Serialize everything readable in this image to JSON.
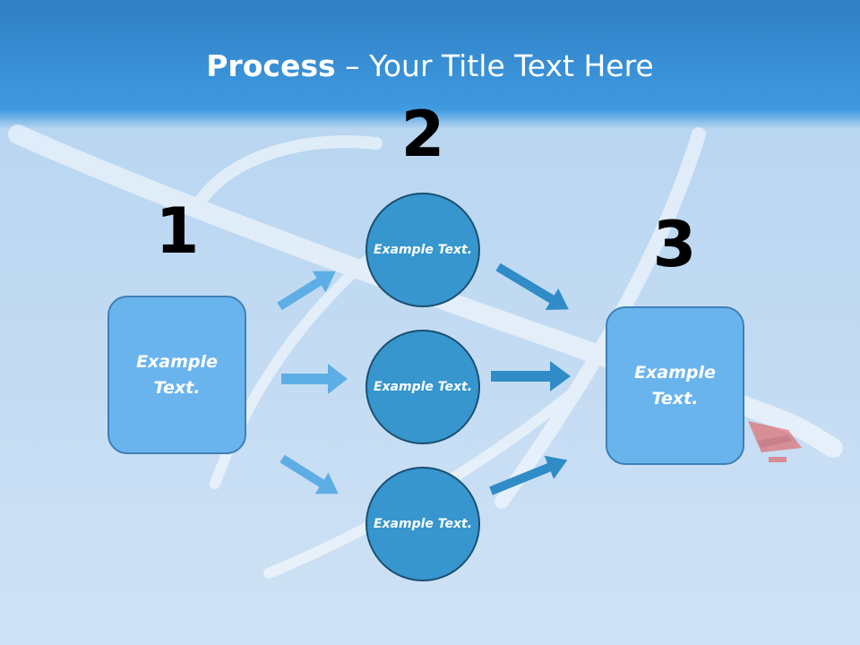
{
  "title": {
    "bold": "Process",
    "rest": " – Your Title Text Here"
  },
  "steps": [
    {
      "number": "1",
      "text": "Example Text."
    },
    {
      "number": "2",
      "texts": [
        "Example Text.",
        "Example Text.",
        "Example Text."
      ]
    },
    {
      "number": "3",
      "text": "Example Text."
    }
  ],
  "colors": {
    "sky_top": "#3a8fd6",
    "sky_bottom": "#c5dcf1",
    "box_fill": "#6ab4ee",
    "circle_fill": "#3696cd",
    "arrow_light": "#5eaee6",
    "arrow_dark": "#2f8cc7"
  }
}
